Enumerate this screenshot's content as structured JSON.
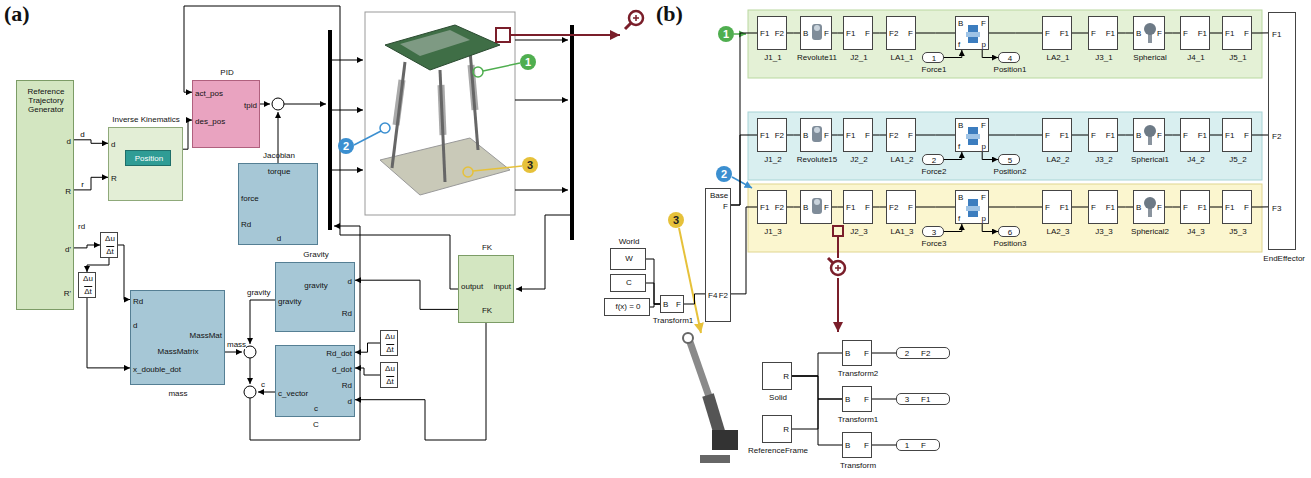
{
  "diagram": {
    "nodes": [
      {
        "text": [
          "Reference Trajectory Generator",
          "d",
          "R",
          "d'",
          "R'"
        ]
      },
      {
        "text": [
          "Inverse Kinematics",
          "d",
          "R"
        ]
      },
      {
        "text": [
          "Position"
        ],
        "in": 1
      },
      {
        "text": [
          "PID",
          "act_pos",
          "des_pos",
          "tpid"
        ]
      },
      {
        "text": [
          "Jacobian",
          "force",
          "torque",
          "Rd",
          "d"
        ]
      },
      {
        "text": [
          "FK",
          "output",
          "input",
          "FK"
        ]
      },
      {
        "text": [
          "Rd",
          "d",
          "x_double_dot",
          "MassMat",
          "MassMatrix",
          "mass"
        ]
      },
      {
        "text": [
          "Gravity",
          "d",
          "Rd",
          "gravity",
          "gravity"
        ]
      },
      {
        "text": [
          "C",
          "Rd_dot",
          "d_dot",
          "Rd",
          "d",
          "c_vector",
          "c"
        ]
      },
      {
        "text": [
          "Δu",
          "Δt"
        ]
      },
      {
        "text": [
          "Δu",
          "Δt"
        ]
      },
      {
        "text": [
          "Δu",
          "Δt"
        ]
      },
      {
        "text": [
          "Δu",
          "Δt"
        ]
      },
      {
        "text": [
          "World",
          "W"
        ]
      },
      {
        "text": [
          "C"
        ]
      },
      {
        "text": [
          "f(x) = 0"
        ]
      },
      {
        "text": [
          "B",
          "F",
          "Transform1"
        ]
      },
      {
        "text": [
          "Base",
          "F",
          "F4",
          "F2"
        ]
      },
      {
        "text": [
          "F1",
          "F2",
          "J1_1"
        ]
      },
      {
        "text": [
          "B",
          "F",
          "Revolute11"
        ]
      },
      {
        "text": [
          "F1",
          "F",
          "J2_1"
        ]
      },
      {
        "text": [
          "F2",
          "F",
          "LA1_1"
        ]
      },
      {
        "text": [
          "1",
          "Force1"
        ]
      },
      {
        "text": [
          "B",
          "F",
          "f",
          "p"
        ]
      },
      {
        "text": [
          "4",
          "Position1"
        ]
      },
      {
        "text": [
          "F",
          "F1",
          "LA2_1"
        ]
      },
      {
        "text": [
          "F",
          "F1",
          "J3_1"
        ]
      },
      {
        "text": [
          "B",
          "F",
          "Spherical"
        ]
      },
      {
        "text": [
          "F",
          "F1",
          "J4_1"
        ]
      },
      {
        "text": [
          "F1",
          "F",
          "J5_1"
        ]
      },
      {
        "text": [
          "F1",
          "F2",
          "J1_2"
        ]
      },
      {
        "text": [
          "B",
          "F",
          "Revolute15"
        ]
      },
      {
        "text": [
          "F1",
          "F",
          "J2_2"
        ]
      },
      {
        "text": [
          "F2",
          "F",
          "LA1_2"
        ]
      },
      {
        "text": [
          "2",
          "Force2"
        ]
      },
      {
        "text": [
          "B",
          "F",
          "f",
          "p"
        ]
      },
      {
        "text": [
          "5",
          "Position2"
        ]
      },
      {
        "text": [
          "F",
          "F1",
          "LA2_2"
        ]
      },
      {
        "text": [
          "F",
          "F1",
          "J3_2"
        ]
      },
      {
        "text": [
          "B",
          "F",
          "Spherical1"
        ]
      },
      {
        "text": [
          "F",
          "F1",
          "J4_2"
        ]
      },
      {
        "text": [
          "F1",
          "F",
          "J5_2"
        ]
      },
      {
        "text": [
          "F1",
          "F2",
          "J1_3"
        ]
      },
      {
        "text": [
          "B",
          "F"
        ]
      },
      {
        "text": [
          "F1",
          "F",
          "J2_3"
        ]
      },
      {
        "text": [
          "F2",
          "F",
          "LA1_3"
        ]
      },
      {
        "text": [
          "3",
          "Force3"
        ]
      },
      {
        "text": [
          "B",
          "F",
          "f",
          "p"
        ]
      },
      {
        "text": [
          "6",
          "Position3"
        ]
      },
      {
        "text": [
          "F",
          "F1",
          "LA2_3"
        ]
      },
      {
        "text": [
          "F",
          "F1",
          "J3_3"
        ]
      },
      {
        "text": [
          "B",
          "F",
          "Spherical2"
        ]
      },
      {
        "text": [
          "F",
          "F1",
          "J4_3"
        ]
      },
      {
        "text": [
          "F1",
          "F",
          "J5_3"
        ]
      },
      {
        "text": [
          "F1",
          "F2",
          "F3",
          "EndEffector"
        ]
      },
      {
        "text": [
          "Solid",
          "R"
        ]
      },
      {
        "text": [
          "R",
          "ReferenceFrame"
        ]
      },
      {
        "text": [
          "Transform2",
          "B",
          "F"
        ]
      },
      {
        "text": [
          "Transform1",
          "B",
          "F"
        ]
      },
      {
        "text": [
          "Transform",
          "B",
          "F"
        ]
      },
      {
        "text": [
          "2",
          "F2"
        ]
      },
      {
        "text": [
          "3",
          "F1"
        ]
      },
      {
        "text": [
          "1",
          "F"
        ]
      }
    ],
    "edges": [
      {
        "from": 0,
        "to": 1,
        "label": "d",
        "arrow": "to"
      },
      {
        "from": 0,
        "to": 1,
        "label": "r",
        "arrow": "to"
      },
      {
        "from": 1,
        "to": 3,
        "arrow": "to"
      },
      {
        "from": 5,
        "to": 3,
        "arrow": "to"
      },
      {
        "from": 0,
        "to": 9,
        "arrow": "to"
      },
      {
        "from": 9,
        "to": 10,
        "arrow": "to"
      },
      {
        "from": 10,
        "to": 6,
        "arrow": "to"
      },
      {
        "from": 9,
        "to": 6,
        "arrow": "to"
      },
      {
        "from": 11,
        "to": 8,
        "arrow": "to"
      },
      {
        "from": 12,
        "to": 8,
        "arrow": "to"
      },
      {
        "from": 5,
        "to": 8,
        "arrow": "to"
      },
      {
        "from": 5,
        "to": 7,
        "arrow": "to"
      },
      {
        "from": 13,
        "to": 16,
        "arrow": "none"
      },
      {
        "from": 14,
        "to": 16,
        "arrow": "none"
      },
      {
        "from": 15,
        "to": 16,
        "arrow": "none"
      },
      {
        "from": 16,
        "to": 17,
        "arrow": "none"
      },
      {
        "from": 17,
        "to": 18,
        "arrow": "none"
      },
      {
        "from": 17,
        "to": 30,
        "arrow": "none"
      },
      {
        "from": 17,
        "to": 42,
        "arrow": "none"
      },
      {
        "from": 18,
        "to": 19,
        "arrow": "none"
      },
      {
        "from": 19,
        "to": 20,
        "arrow": "none"
      },
      {
        "from": 20,
        "to": 21,
        "arrow": "none"
      },
      {
        "from": 21,
        "to": 23,
        "arrow": "none"
      },
      {
        "from": 23,
        "to": 25,
        "arrow": "none"
      },
      {
        "from": 25,
        "to": 26,
        "arrow": "none"
      },
      {
        "from": 26,
        "to": 27,
        "arrow": "none"
      },
      {
        "from": 27,
        "to": 28,
        "arrow": "none"
      },
      {
        "from": 28,
        "to": 29,
        "arrow": "none"
      },
      {
        "from": 29,
        "to": 54,
        "arrow": "none"
      },
      {
        "from": 22,
        "to": 23,
        "arrow": "to"
      },
      {
        "from": 23,
        "to": 24,
        "arrow": "to"
      },
      {
        "from": 30,
        "to": 31,
        "arrow": "none"
      },
      {
        "from": 31,
        "to": 32,
        "arrow": "none"
      },
      {
        "from": 32,
        "to": 33,
        "arrow": "none"
      },
      {
        "from": 33,
        "to": 35,
        "arrow": "none"
      },
      {
        "from": 35,
        "to": 37,
        "arrow": "none"
      },
      {
        "from": 37,
        "to": 38,
        "arrow": "none"
      },
      {
        "from": 38,
        "to": 39,
        "arrow": "none"
      },
      {
        "from": 39,
        "to": 40,
        "arrow": "none"
      },
      {
        "from": 40,
        "to": 41,
        "arrow": "none"
      },
      {
        "from": 41,
        "to": 54,
        "arrow": "none"
      },
      {
        "from": 34,
        "to": 35,
        "arrow": "to"
      },
      {
        "from": 35,
        "to": 36,
        "arrow": "to"
      },
      {
        "from": 42,
        "to": 43,
        "arrow": "none"
      },
      {
        "from": 43,
        "to": 44,
        "arrow": "none"
      },
      {
        "from": 44,
        "to": 45,
        "arrow": "none"
      },
      {
        "from": 45,
        "to": 47,
        "arrow": "none"
      },
      {
        "from": 47,
        "to": 49,
        "arrow": "none"
      },
      {
        "from": 49,
        "to": 50,
        "arrow": "none"
      },
      {
        "from": 50,
        "to": 51,
        "arrow": "none"
      },
      {
        "from": 51,
        "to": 52,
        "arrow": "none"
      },
      {
        "from": 52,
        "to": 53,
        "arrow": "none"
      },
      {
        "from": 53,
        "to": 54,
        "arrow": "none"
      },
      {
        "from": 46,
        "to": 47,
        "arrow": "to"
      },
      {
        "from": 47,
        "to": 48,
        "arrow": "to"
      },
      {
        "from": 55,
        "to": 57,
        "arrow": "none"
      },
      {
        "from": 55,
        "to": 58,
        "arrow": "none"
      },
      {
        "from": 55,
        "to": 59,
        "arrow": "none"
      },
      {
        "from": 56,
        "to": 58,
        "arrow": "none"
      },
      {
        "from": 57,
        "to": 60,
        "arrow": "none"
      },
      {
        "from": 58,
        "to": 61,
        "arrow": "none"
      },
      {
        "from": 59,
        "to": 62,
        "arrow": "none"
      }
    ],
    "labels": [
      "(a)",
      "(b)",
      "rd",
      "mass",
      "gravity",
      "c",
      "1",
      "2",
      "3",
      "1",
      "2",
      "3"
    ]
  }
}
